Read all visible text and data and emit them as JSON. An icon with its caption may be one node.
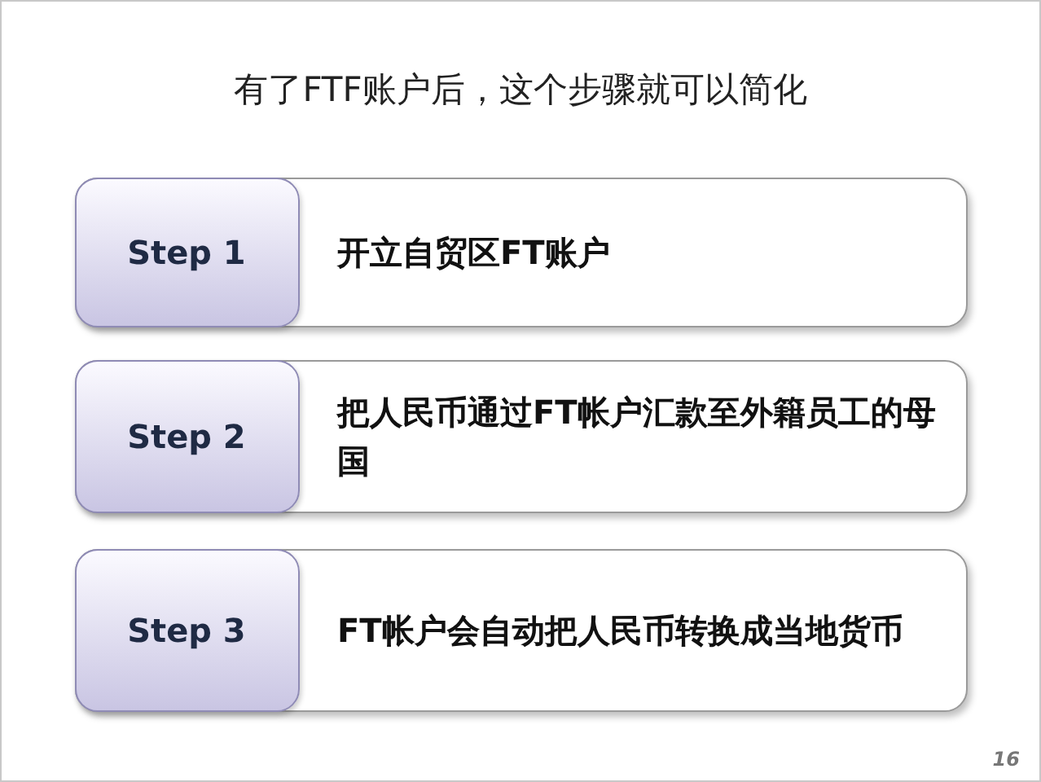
{
  "diagram": {
    "title": "有了FTF账户后，这个步骤就可以简化",
    "nodes": [
      {
        "text": [
          "开立自贸区FT账户"
        ]
      },
      {
        "text": [
          "Step 1"
        ],
        "in": 0
      },
      {
        "text": [
          "把人民币通过FT帐户汇款至外籍员工的母国"
        ]
      },
      {
        "text": [
          "Step 2"
        ],
        "in": 2
      },
      {
        "text": [
          "FT帐户会自动把人民币转换成当地货币"
        ]
      },
      {
        "text": [
          "Step 3"
        ],
        "in": 4
      }
    ],
    "edges": [],
    "labels": [
      "16"
    ]
  }
}
